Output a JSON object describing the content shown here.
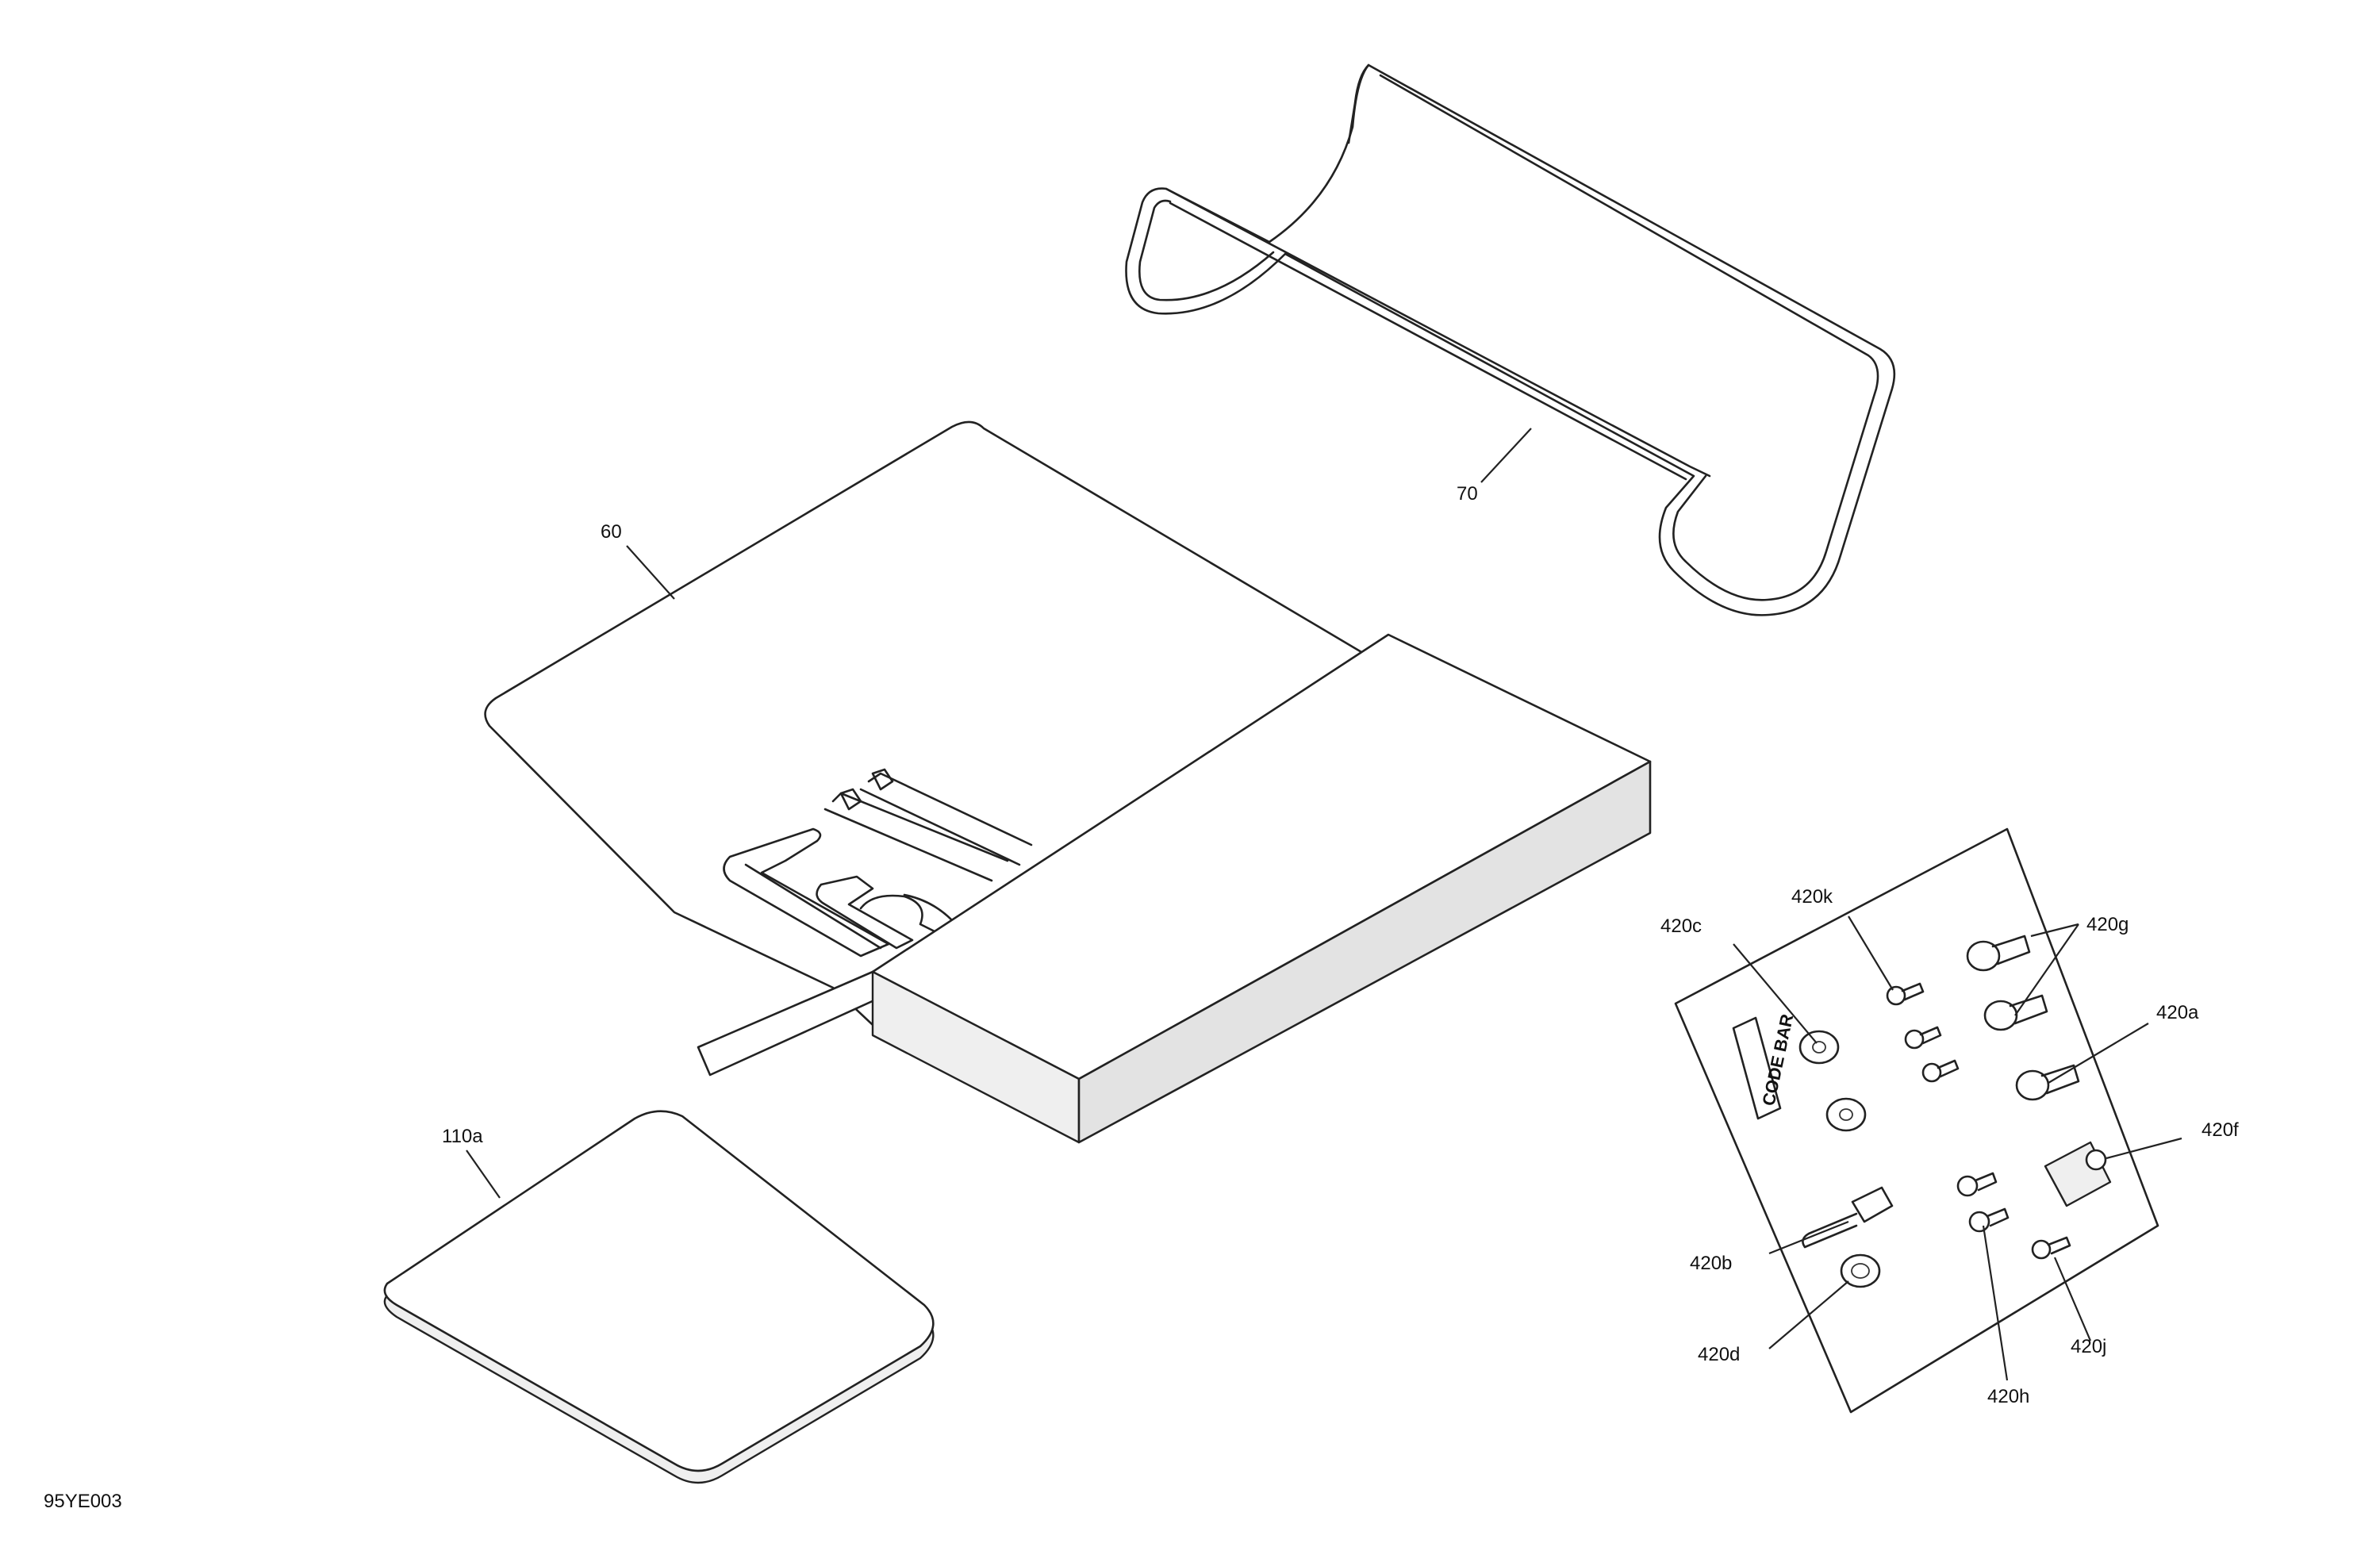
{
  "drawing_id": "95YE003",
  "callouts": {
    "c60": "60",
    "c70": "70",
    "c110a": "110a",
    "c420a": "420a",
    "c420b": "420b",
    "c420c": "420c",
    "c420d": "420d",
    "c420f": "420f",
    "c420g": "420g",
    "c420h": "420h",
    "c420j": "420j",
    "c420k": "420k"
  },
  "card": {
    "code_label": "CODE BAR"
  },
  "colors": {
    "line": "#222222",
    "shade": "#e3e3e3",
    "background": "#ffffff"
  }
}
